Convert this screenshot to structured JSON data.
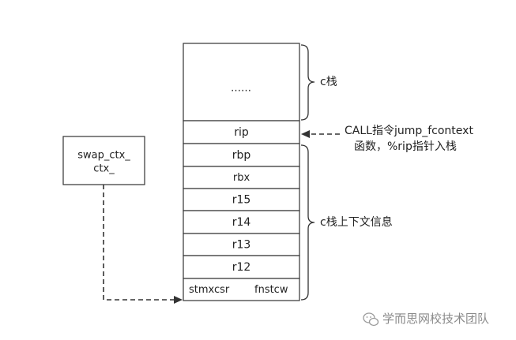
{
  "stack": {
    "ellipsis": "……",
    "rows": [
      "rip",
      "rbp",
      "rbx",
      "r15",
      "r14",
      "r13",
      "r12"
    ],
    "last_row": [
      "stmxcsr",
      "fnstcw"
    ]
  },
  "braces": {
    "c_stack": "c栈",
    "context": "c栈上下文信息"
  },
  "call_note": {
    "line1": "CALL指令jump_fcontext",
    "line2": "函数，%rip指针入栈"
  },
  "swap_box": {
    "line1": "swap_ctx_",
    "line2": "ctx_"
  },
  "watermark": {
    "text": "学而思网校技术团队",
    "icon": "wechat-icon"
  }
}
